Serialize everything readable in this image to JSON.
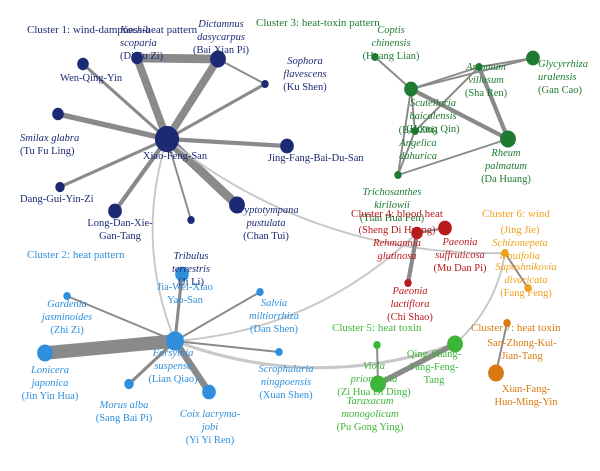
{
  "colors": {
    "c1": "#1c2a74",
    "c2": "#2f8fdc",
    "c3": "#1e7a30",
    "c4": "#b81b1b",
    "c5": "#3cb538",
    "c6": "#f0a01a",
    "c7": "#d87a10",
    "edge": "#8a8a8a",
    "edge_light": "#c8c8c8"
  },
  "clusters": [
    {
      "id": "c1",
      "title": "Cluster 1: wind-dampness-heat pattern"
    },
    {
      "id": "c2",
      "title": "Cluster 2: heat pattern"
    },
    {
      "id": "c3",
      "title": "Cluster 3: heat-toxin pattern"
    },
    {
      "id": "c4",
      "title": "Cluster 4: blood heat"
    },
    {
      "id": "c5",
      "title": "Cluster 5: heat toxin"
    },
    {
      "id": "c6",
      "title": "Cluster 6: wind"
    },
    {
      "id": "c7",
      "title": "Cluster 7: heat toxin"
    }
  ],
  "nodes": [
    {
      "id": "xfs",
      "cluster": "c1",
      "size": 10,
      "lines": [
        "Xiao-Feng-San"
      ],
      "italic": false
    },
    {
      "id": "ks",
      "cluster": "c1",
      "size": 4,
      "lines": [
        "Kochia",
        "scoparia",
        "(Di Fu Zi)"
      ],
      "italic": true
    },
    {
      "id": "dd",
      "cluster": "c1",
      "size": 6,
      "lines": [
        "Dictamnus",
        "dasycarpus",
        "(Bai Xian Pi)"
      ],
      "italic": true
    },
    {
      "id": "sf",
      "cluster": "c1",
      "size": 2,
      "lines": [
        "Sophora",
        "flavescens",
        "(Ku Shen)"
      ],
      "italic": true
    },
    {
      "id": "wqy",
      "cluster": "c1",
      "size": 4,
      "lines": [
        "Wen-Qing-Yin"
      ],
      "italic": false
    },
    {
      "id": "sg",
      "cluster": "c1",
      "size": 4,
      "lines": [
        "Smilax glabra",
        "(Tu Fu Ling)"
      ],
      "italic": true
    },
    {
      "id": "jfb",
      "cluster": "c1",
      "size": 5,
      "lines": [
        "Jing-Fang-Bai-Du-San"
      ],
      "italic": false
    },
    {
      "id": "dgy",
      "cluster": "c1",
      "size": 3,
      "lines": [
        "Dang-Gui-Yin-Zi"
      ],
      "italic": false
    },
    {
      "id": "ldx",
      "cluster": "c1",
      "size": 5,
      "lines": [
        "Long-Dan-Xie-",
        "Gan-Tang"
      ],
      "italic": false
    },
    {
      "id": "tt",
      "cluster": "c1",
      "size": 2,
      "lines": [
        "Tribulus",
        "terrestris",
        "(Ji Li)"
      ],
      "italic": true
    },
    {
      "id": "cp",
      "cluster": "c1",
      "size": 6,
      "lines": [
        "Cryptotympana",
        "pustulata",
        "(Chan Tui)"
      ],
      "italic": true
    },
    {
      "id": "cc",
      "cluster": "c3",
      "size": 2,
      "lines": [
        "Coptis",
        "chinensis",
        "(Huang Lian)"
      ],
      "italic": true
    },
    {
      "id": "gu",
      "cluster": "c3",
      "size": 5,
      "lines": [
        "Glycyrrhiza",
        "uralensis",
        "(Gan Cao)"
      ],
      "italic": true
    },
    {
      "id": "sb",
      "cluster": "c3",
      "size": 5,
      "lines": [
        "Scutellaria",
        "baicalensis",
        "(Huang Qin)"
      ],
      "italic": true
    },
    {
      "id": "av",
      "cluster": "c3",
      "size": 2,
      "lines": [
        "Amomum",
        "villosum",
        "(Sha Ren)"
      ],
      "italic": true
    },
    {
      "id": "ad",
      "cluster": "c3",
      "size": 2,
      "lines": [
        "(Bai Zhi)",
        "Angelica",
        "dahurica"
      ],
      "italic": true
    },
    {
      "id": "rp",
      "cluster": "c3",
      "size": 6,
      "lines": [
        "Rheum",
        "palmatum",
        "(Da Huang)"
      ],
      "italic": true
    },
    {
      "id": "tk",
      "cluster": "c3",
      "size": 2,
      "lines": [
        "Trichosanthes",
        "kirilowii",
        "(Tian Hua Fen)"
      ],
      "italic": true
    },
    {
      "id": "rg",
      "cluster": "c4",
      "size": 4,
      "lines": [
        "(Sheng Di Huang)",
        "Rehmannia",
        "glutinosa"
      ],
      "italic": true
    },
    {
      "id": "ps",
      "cluster": "c4",
      "size": 5,
      "lines": [
        "Paeonia",
        "suffruticosa",
        "(Mu Dan Pi)"
      ],
      "italic": true
    },
    {
      "id": "pl",
      "cluster": "c4",
      "size": 2,
      "lines": [
        "Paeonia",
        "lactiflora",
        "(Chi Shao)"
      ],
      "italic": true
    },
    {
      "id": "st",
      "cluster": "c6",
      "size": 2,
      "lines": [
        "(Jing Jie)",
        "Schizonepeta",
        "tenuifolia"
      ],
      "italic": true
    },
    {
      "id": "sdv",
      "cluster": "c6",
      "size": 2,
      "lines": [
        "Saposhnikovia",
        "divaricata",
        "(Fang Feng)"
      ],
      "italic": true
    },
    {
      "id": "jwx",
      "cluster": "c2",
      "size": 5,
      "lines": [
        "Jia-Wei-Xiao",
        "Yao-San"
      ],
      "italic": false
    },
    {
      "id": "gj",
      "cluster": "c2",
      "size": 2,
      "lines": [
        "Gardenia",
        "jasminoides",
        "(Zhi Zi)"
      ],
      "italic": true
    },
    {
      "id": "smx",
      "cluster": "c2",
      "size": 2,
      "lines": [
        "Salvia",
        "miltiorrhiza",
        "(Dan Shen)"
      ],
      "italic": true
    },
    {
      "id": "lj",
      "cluster": "c2",
      "size": 6,
      "lines": [
        "Lonicera",
        "japonica",
        "(Jin Yin Hua)"
      ],
      "italic": true
    },
    {
      "id": "fs",
      "cluster": "c2",
      "size": 7,
      "lines": [
        "Forsythia",
        "suspense",
        "(Lian Qiao)"
      ],
      "italic": true
    },
    {
      "id": "scn",
      "cluster": "c2",
      "size": 2,
      "lines": [
        "Scrophularia",
        "ningpoensis",
        "(Xuan Shen)"
      ],
      "italic": true
    },
    {
      "id": "ma",
      "cluster": "c2",
      "size": 3,
      "lines": [
        "Morus alba",
        "(Sang Bai Pi)"
      ],
      "italic": true
    },
    {
      "id": "cl",
      "cluster": "c2",
      "size": 5,
      "lines": [
        "Coix lacryma-",
        "jobi",
        "(Yi Yi Ren)"
      ],
      "italic": true
    },
    {
      "id": "vp",
      "cluster": "c5",
      "size": 2,
      "lines": [
        "Viola",
        "prionantha",
        "(Zi Hua Di Ding)"
      ],
      "italic": true
    },
    {
      "id": "qsf",
      "cluster": "c5",
      "size": 6,
      "lines": [
        "Qing-Shang-",
        "Fang-Feng-",
        "Tang"
      ],
      "italic": false
    },
    {
      "id": "tm",
      "cluster": "c5",
      "size": 6,
      "lines": [
        "Taraxacum",
        "monogolicum",
        "(Pu Gong Ying)"
      ],
      "italic": true
    },
    {
      "id": "szk",
      "cluster": "c7",
      "size": 2,
      "lines": [
        "San-Zhong-Kui-",
        "Jian-Tang"
      ],
      "italic": false
    },
    {
      "id": "xfh",
      "cluster": "c7",
      "size": 6,
      "lines": [
        "Xian-Fang-",
        "Huo-Ming-Yin"
      ],
      "italic": false
    }
  ],
  "edges": [
    {
      "source": "xfs",
      "target": "ks",
      "weight": 6
    },
    {
      "source": "xfs",
      "target": "dd",
      "weight": 6
    },
    {
      "source": "xfs",
      "target": "sf",
      "weight": 2
    },
    {
      "source": "xfs",
      "target": "wqy",
      "weight": 2
    },
    {
      "source": "xfs",
      "target": "sg",
      "weight": 4
    },
    {
      "source": "xfs",
      "target": "jfb",
      "weight": 3
    },
    {
      "source": "xfs",
      "target": "dgy",
      "weight": 2
    },
    {
      "source": "xfs",
      "target": "ldx",
      "weight": 3
    },
    {
      "source": "xfs",
      "target": "tt",
      "weight": 1
    },
    {
      "source": "xfs",
      "target": "cp",
      "weight": 7
    },
    {
      "source": "xfs",
      "target": "st",
      "weight": 1
    },
    {
      "source": "xfs",
      "target": "fs",
      "weight": 1
    },
    {
      "source": "ks",
      "target": "dd",
      "weight": 7
    },
    {
      "source": "dd",
      "target": "sf",
      "weight": 1
    },
    {
      "source": "cc",
      "target": "sb",
      "weight": 1
    },
    {
      "source": "sb",
      "target": "gu",
      "weight": 1
    },
    {
      "source": "sb",
      "target": "av",
      "weight": 1
    },
    {
      "source": "sb",
      "target": "rp",
      "weight": 3
    },
    {
      "source": "sb",
      "target": "tk",
      "weight": 1
    },
    {
      "source": "sb",
      "target": "ad",
      "weight": 1
    },
    {
      "source": "av",
      "target": "rp",
      "weight": 3
    },
    {
      "source": "av",
      "target": "ad",
      "weight": 1
    },
    {
      "source": "av",
      "target": "gu",
      "weight": 1
    },
    {
      "source": "rp",
      "target": "tk",
      "weight": 1
    },
    {
      "source": "ad",
      "target": "tk",
      "weight": 1
    },
    {
      "source": "rg",
      "target": "pl",
      "weight": 3
    },
    {
      "source": "rg",
      "target": "ps",
      "weight": 1
    },
    {
      "source": "st",
      "target": "sdv",
      "weight": 1
    },
    {
      "source": "jwx",
      "target": "fs",
      "weight": 2
    },
    {
      "source": "gj",
      "target": "fs",
      "weight": 1
    },
    {
      "source": "smx",
      "target": "fs",
      "weight": 1
    },
    {
      "source": "lj",
      "target": "fs",
      "weight": 11
    },
    {
      "source": "fs",
      "target": "scn",
      "weight": 1
    },
    {
      "source": "fs",
      "target": "ma",
      "weight": 2
    },
    {
      "source": "fs",
      "target": "cl",
      "weight": 5
    },
    {
      "source": "fs",
      "target": "rg",
      "weight": 1
    },
    {
      "source": "fs",
      "target": "qsf",
      "weight": 2
    },
    {
      "source": "vp",
      "target": "tm",
      "weight": 1
    },
    {
      "source": "qsf",
      "target": "tm",
      "weight": 4
    },
    {
      "source": "szk",
      "target": "xfh",
      "weight": 1
    },
    {
      "source": "qsf",
      "target": "st",
      "weight": 1
    }
  ]
}
